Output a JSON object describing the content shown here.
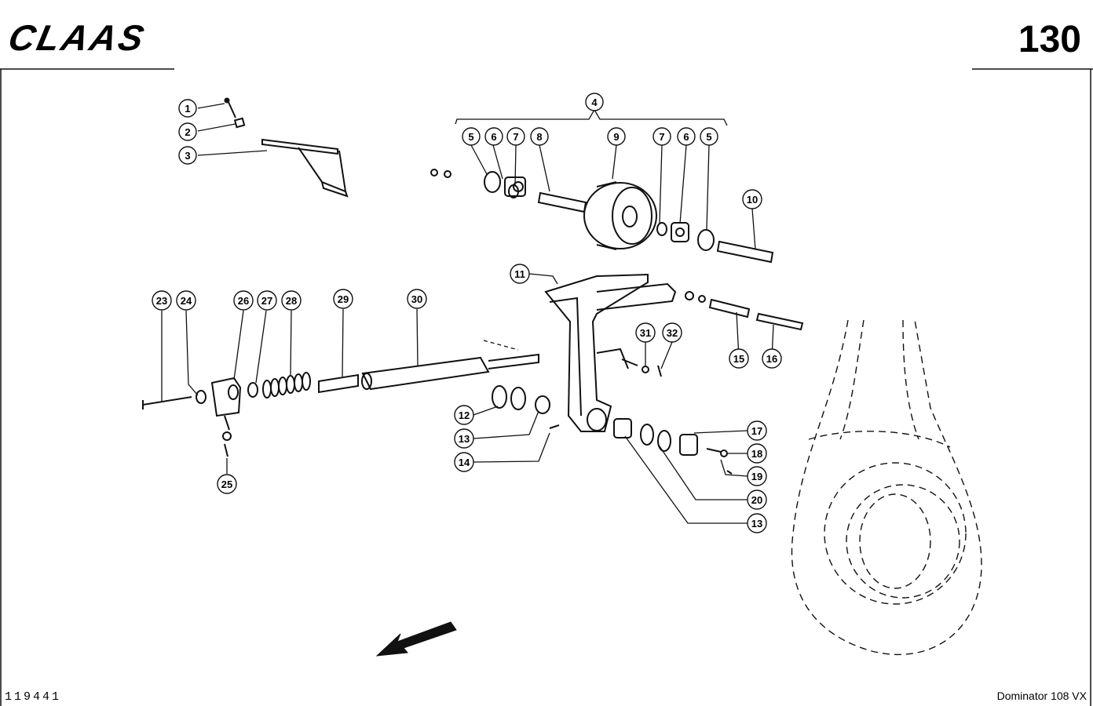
{
  "header": {
    "brand": "CLAAS",
    "page_number": "130"
  },
  "footer": {
    "drawing_number": "119441",
    "model": "Dominator 108 VX"
  },
  "callouts": {
    "c1": "1",
    "c2": "2",
    "c3": "3",
    "c4": "4",
    "c5a": "5",
    "c6a": "6",
    "c7a": "7",
    "c8": "8",
    "c9": "9",
    "c7b": "7",
    "c6b": "6",
    "c5b": "5",
    "c10": "10",
    "c11": "11",
    "c12": "12",
    "c13a": "13",
    "c14": "14",
    "c15": "15",
    "c16": "16",
    "c17": "17",
    "c18": "18",
    "c19": "19",
    "c20": "20",
    "c13b": "13",
    "c23": "23",
    "c24": "24",
    "c25": "25",
    "c26": "26",
    "c27": "27",
    "c28": "28",
    "c29": "29",
    "c30": "30",
    "c31": "31",
    "c32": "32"
  }
}
